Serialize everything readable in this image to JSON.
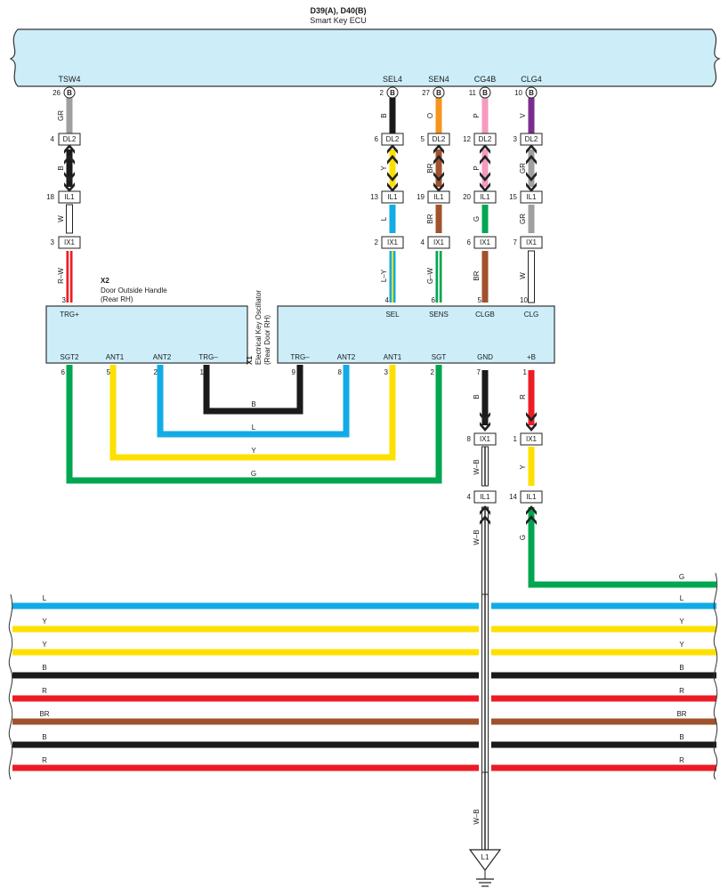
{
  "colors": {
    "ecu_fill": "#cdeef9",
    "B": "#1a1a1a",
    "W": "#ffffff",
    "GR": "#a0a0a0",
    "L": "#12abe6",
    "Y": "#fde000",
    "G": "#00a650",
    "R": "#ed1c24",
    "BR": "#a0522d",
    "O": "#f7941d",
    "P": "#f49ac1",
    "V": "#7b2d8e"
  },
  "ecu": {
    "title": "D39(A), D40(B)",
    "subtitle": "Smart Key ECU",
    "terminals": [
      "TSW4",
      "SEL4",
      "SEN4",
      "CG4B",
      "CLG4"
    ],
    "pin_numbers": [
      "26",
      "2",
      "27",
      "11",
      "10"
    ],
    "pin_letter": "B"
  },
  "connector_names": {
    "dl2": "DL2",
    "il1": "IL1",
    "ix1": "IX1"
  },
  "pins": {
    "tsw4": {
      "dl2": "4",
      "il1": "18",
      "ix1": "3"
    },
    "sel4": {
      "dl2": "6",
      "il1": "13",
      "ix1": "2"
    },
    "sen4": {
      "dl2": "5",
      "il1": "19",
      "ix1": "4"
    },
    "cg4b": {
      "dl2": "12",
      "il1": "20",
      "ix1": "6"
    },
    "clg4": {
      "dl2": "3",
      "il1": "15",
      "ix1": "7"
    },
    "gnd": {
      "ix1": "8",
      "il1": "4"
    },
    "plusb": {
      "ix1": "1",
      "il1": "14"
    }
  },
  "wire_labels": {
    "tsw4": [
      "GR",
      "B",
      "W",
      "R–W"
    ],
    "sel4": [
      "B",
      "Y",
      "L",
      "L–Y"
    ],
    "sen4": [
      "O",
      "BR",
      "BR",
      "G–W"
    ],
    "cg4b": [
      "P",
      "P",
      "G",
      "BR"
    ],
    "clg4": [
      "V",
      "GR",
      "GR",
      "W"
    ],
    "gnd": [
      "B",
      "W–B",
      "W–B",
      "W–B"
    ],
    "plusb": [
      "R",
      "Y",
      "G"
    ]
  },
  "x2": {
    "id": "X2",
    "name": "Door Outside Handle",
    "location": "(Rear RH)",
    "top_terminal": "TRG+",
    "top_pin": "3",
    "bottom_terminals": [
      "SGT2",
      "ANT1",
      "ANT2",
      "TRG–"
    ],
    "bottom_pins": [
      "6",
      "5",
      "2",
      "1"
    ]
  },
  "x1": {
    "id": "X1",
    "name": "Electrical Key Oscillator",
    "location": "(Rear Door RH)",
    "top_terminals": [
      "SEL",
      "SENS",
      "CLGB",
      "CLG"
    ],
    "top_pins": [
      "4",
      "6",
      "5",
      "10"
    ],
    "bottom_terminals": [
      "TRG–",
      "ANT2",
      "ANT1",
      "SGT",
      "GND",
      "+B"
    ],
    "bottom_pins": [
      "9",
      "8",
      "3",
      "2",
      "7",
      "1"
    ]
  },
  "loop_labels": [
    "B",
    "L",
    "Y",
    "G"
  ],
  "bus": {
    "top_label": "G",
    "left_labels": [
      "L",
      "Y",
      "Y",
      "B",
      "R",
      "BR",
      "B",
      "R"
    ],
    "right_labels": [
      "L",
      "Y",
      "Y",
      "B",
      "R",
      "BR",
      "B",
      "R"
    ]
  },
  "ground": {
    "label": "L1"
  }
}
